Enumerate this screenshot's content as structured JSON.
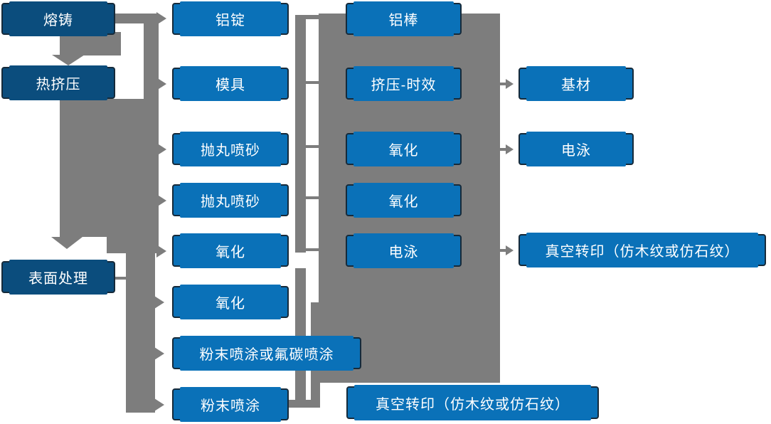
{
  "col1": [
    "熔铸",
    "热挤压",
    "表面处理"
  ],
  "col2": [
    "铝锭",
    "模具",
    "抛丸喷砂",
    "抛丸喷砂",
    "氧化",
    "氧化",
    "粉末喷涂或氟碳喷涂",
    "粉末喷涂"
  ],
  "col3": [
    "铝棒",
    "挤压-时效",
    "氧化",
    "氧化",
    "电泳",
    "真空转印（仿木纹或仿石纹）"
  ],
  "col4": [
    "基材",
    "电泳",
    "真空转印（仿木纹或仿石纹）"
  ],
  "colors": {
    "stage_fill": "#0b4d7d",
    "process_fill": "#0a71b8",
    "box_border": "#162a3a",
    "connector": "#7d7d7d",
    "text": "#ffffff",
    "background": "#ffffff"
  }
}
